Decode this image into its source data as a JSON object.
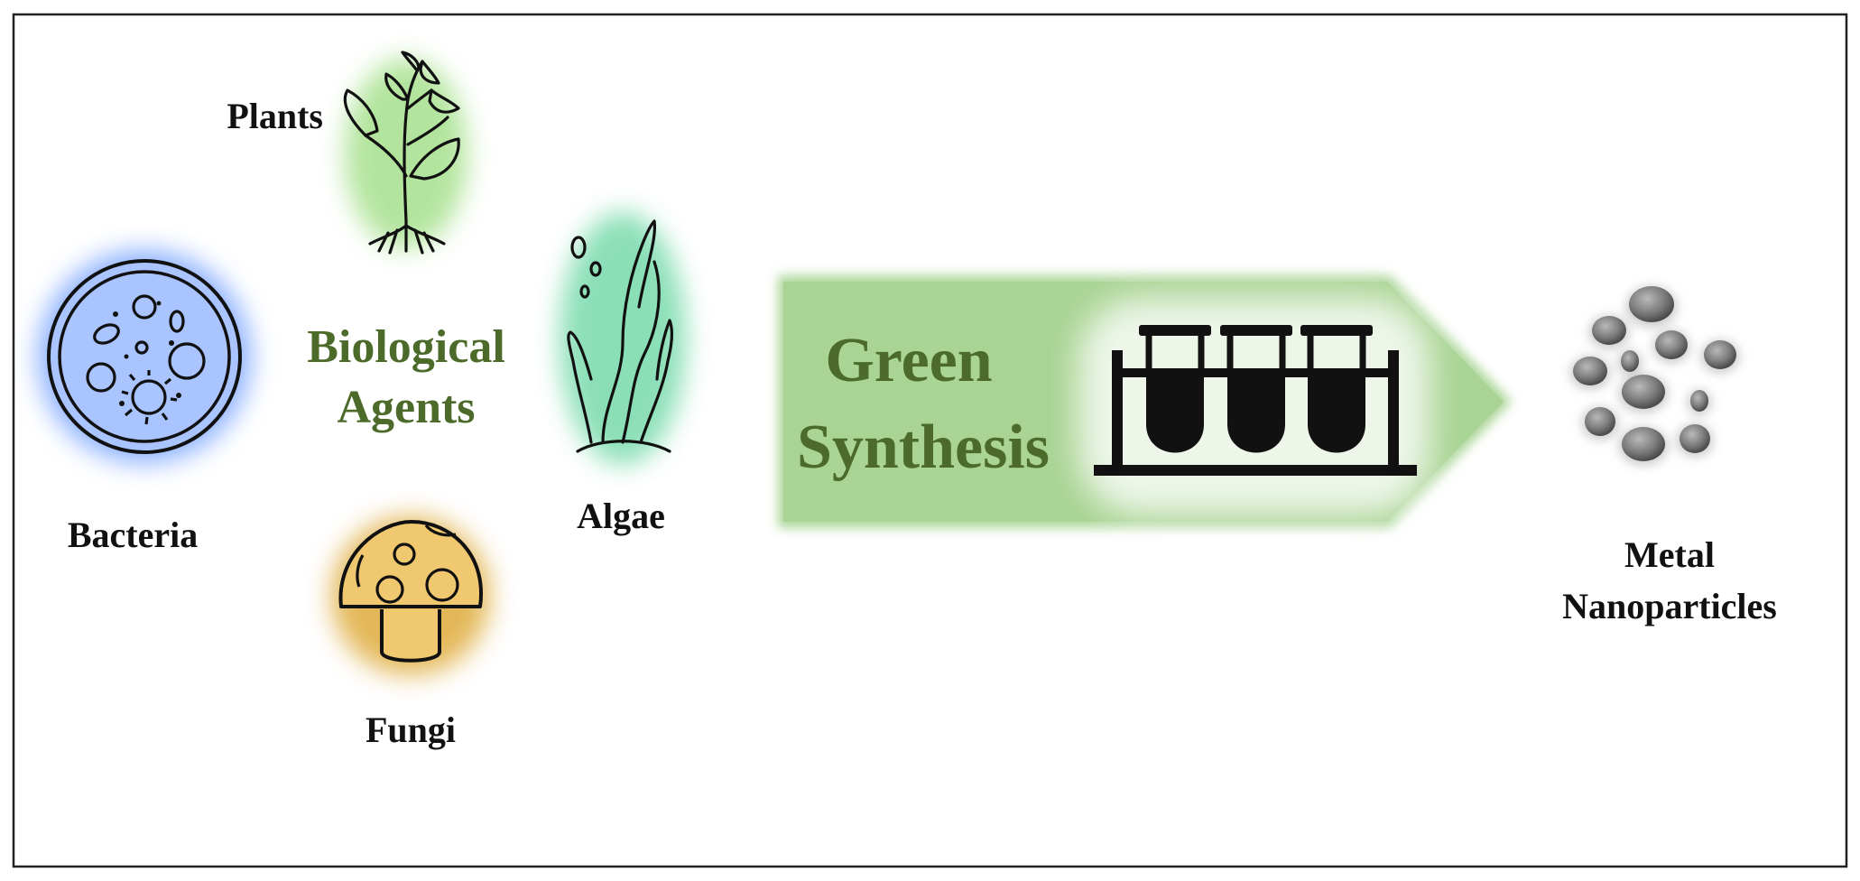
{
  "diagram": {
    "center_label": {
      "line1": "Biological",
      "line2": "Agents",
      "color": "#4c6b2a"
    },
    "agents": [
      {
        "id": "plants",
        "label": "Plants",
        "icon": "plant-icon",
        "glow": "#a6e08c"
      },
      {
        "id": "bacteria",
        "label": "Bacteria",
        "icon": "petri-dish-icon",
        "glow": "#7fa8ff"
      },
      {
        "id": "algae",
        "label": "Algae",
        "icon": "seaweed-icon",
        "glow": "#7fdcb0"
      },
      {
        "id": "fungi",
        "label": "Fungi",
        "icon": "mushroom-icon",
        "glow": "#e2b450"
      }
    ],
    "process": {
      "line1": "Green",
      "line2": "Synthesis",
      "arrow_color": "#a9d494",
      "text_color": "#4c6b2a",
      "icon": "test-tube-rack-icon"
    },
    "product": {
      "line1": "Metal",
      "line2": "Nanoparticles",
      "icon": "nanoparticles-icon"
    }
  }
}
